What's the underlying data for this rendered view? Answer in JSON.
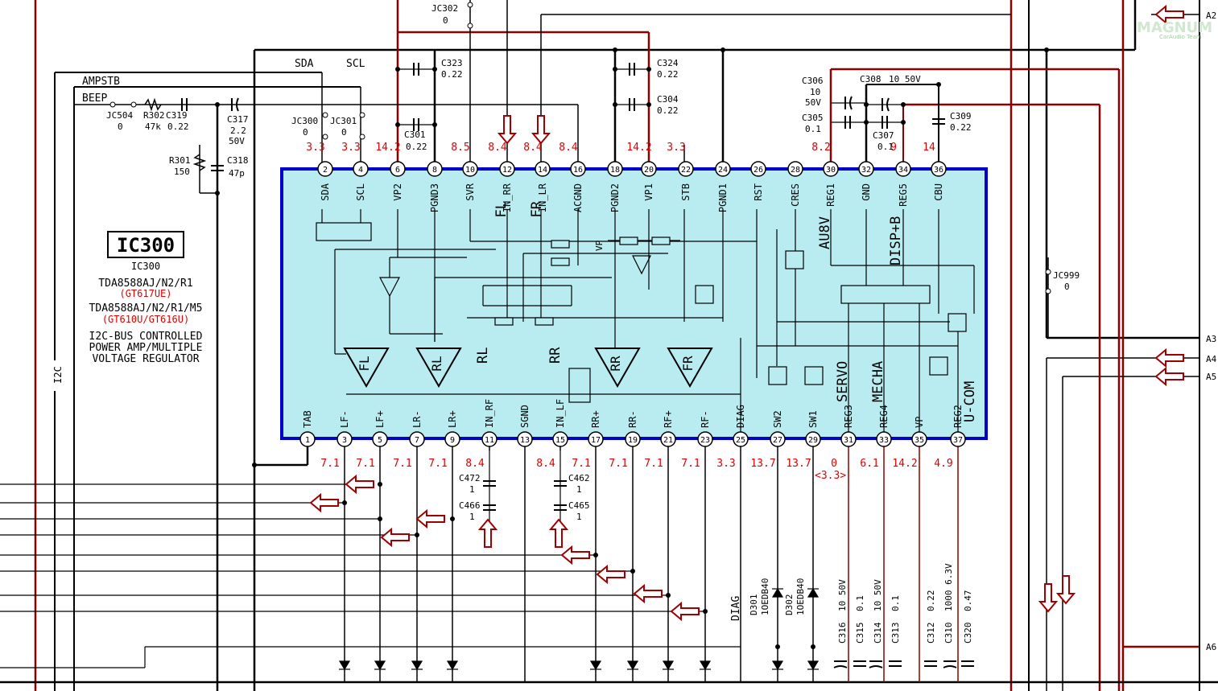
{
  "chip": {
    "ref_boxed": "IC300",
    "ref": "IC300",
    "part1": "TDA8588AJ/N2/R1",
    "model1": "(GT617UE)",
    "part2": "TDA8588AJ/N2/R1/M5",
    "model2": "(GT610U/GT616U)",
    "desc1": "I2C-BUS CONTROLLED",
    "desc2": "POWER AMP/MULTIPLE",
    "desc3": "VOLTAGE REGULATOR"
  },
  "watermark": {
    "logo": "MAGNUM",
    "sub": "CarAudio Team"
  },
  "nets": {
    "sda": "SDA",
    "scl": "SCL",
    "ampstb": "AMPSTB",
    "beep": "BEEP",
    "i2c": "I2C",
    "diag": "DIAG"
  },
  "top_pins": [
    {
      "num": "2",
      "name": "SDA",
      "v": "3.3"
    },
    {
      "num": "4",
      "name": "SCL",
      "v": "3.3"
    },
    {
      "num": "6",
      "name": "VP2",
      "v": "14.2"
    },
    {
      "num": "8",
      "name": "PGND3",
      "v": ""
    },
    {
      "num": "10",
      "name": "SVR",
      "v": "8.5"
    },
    {
      "num": "12",
      "name": "IN_RR",
      "v": "8.4"
    },
    {
      "num": "14",
      "name": "IN_LR",
      "v": "8.4"
    },
    {
      "num": "16",
      "name": "ACGND",
      "v": "8.4"
    },
    {
      "num": "18",
      "name": "PGND2",
      "v": ""
    },
    {
      "num": "20",
      "name": "VP1",
      "v": "14.2"
    },
    {
      "num": "22",
      "name": "STB",
      "v": "3.3"
    },
    {
      "num": "24",
      "name": "PGND1",
      "v": ""
    },
    {
      "num": "26",
      "name": "RST",
      "v": ""
    },
    {
      "num": "28",
      "name": "CRES",
      "v": ""
    },
    {
      "num": "30",
      "name": "REG1",
      "v": "8.2"
    },
    {
      "num": "32",
      "name": "GND",
      "v": ""
    },
    {
      "num": "34",
      "name": "REG5",
      "v": "9"
    },
    {
      "num": "36",
      "name": "CBU",
      "v": "14"
    }
  ],
  "bottom_pins": [
    {
      "num": "1",
      "name": "TAB",
      "v": ""
    },
    {
      "num": "3",
      "name": "LF-",
      "v": "7.1"
    },
    {
      "num": "5",
      "name": "LF+",
      "v": "7.1"
    },
    {
      "num": "7",
      "name": "LR-",
      "v": "7.1"
    },
    {
      "num": "9",
      "name": "LR+",
      "v": "7.1"
    },
    {
      "num": "11",
      "name": "IN_RF",
      "v": "8.4"
    },
    {
      "num": "13",
      "name": "SGND",
      "v": ""
    },
    {
      "num": "15",
      "name": "IN_LF",
      "v": "8.4"
    },
    {
      "num": "17",
      "name": "RR+",
      "v": "7.1"
    },
    {
      "num": "19",
      "name": "RR-",
      "v": "7.1"
    },
    {
      "num": "21",
      "name": "RF+",
      "v": "7.1"
    },
    {
      "num": "23",
      "name": "RF-",
      "v": "7.1"
    },
    {
      "num": "25",
      "name": "DIAG",
      "v": "3.3"
    },
    {
      "num": "27",
      "name": "SW2",
      "v": "13.7"
    },
    {
      "num": "29",
      "name": "SW1",
      "v": "13.7"
    },
    {
      "num": "31",
      "name": "REG3",
      "v": "0"
    },
    {
      "num": "33",
      "name": "REG4",
      "v": "6.1"
    },
    {
      "num": "35",
      "name": "VP",
      "v": "14.2"
    },
    {
      "num": "37",
      "name": "REG2",
      "v": "4.9"
    }
  ],
  "reg31_alt": "<3.3>",
  "ic_labels": {
    "fl": "FL",
    "fr": "FR",
    "rl": "RL",
    "rr": "RR",
    "au8v": "AU8V",
    "dispb": "DISP+B",
    "servo": "SERVO",
    "mecha": "MECHA",
    "ucom": "U-COM",
    "vp": "VP"
  },
  "amps": {
    "fl": "FL",
    "rl": "RL",
    "rr": "RR",
    "fr": "FR"
  },
  "components": {
    "jc302": {
      "ref": "JC302",
      "val": "0"
    },
    "c323": {
      "ref": "C323",
      "val": "0.22"
    },
    "c324": {
      "ref": "C324",
      "val": "0.22"
    },
    "c304": {
      "ref": "C304",
      "val": "0.22"
    },
    "c301": {
      "ref": "C301",
      "val": "0.22"
    },
    "jc300": {
      "ref": "JC300",
      "val": "0"
    },
    "jc301": {
      "ref": "JC301",
      "val": "0"
    },
    "jc504": {
      "ref": "JC504",
      "val": "0"
    },
    "r302": {
      "ref": "R302",
      "val": "47k"
    },
    "c319": {
      "ref": "C319",
      "val": "0.22"
    },
    "c317": {
      "ref": "C317",
      "val1": "2.2",
      "val2": "50V"
    },
    "r301": {
      "ref": "R301",
      "val": "150"
    },
    "c318": {
      "ref": "C318",
      "val": "47p"
    },
    "c306": {
      "ref": "C306",
      "val1": "10",
      "val2": "50V"
    },
    "c308": {
      "ref": "C308",
      "val": "10 50V"
    },
    "c305": {
      "ref": "C305",
      "val": "0.1"
    },
    "c307": {
      "ref": "C307",
      "val": "0.1"
    },
    "c309": {
      "ref": "C309",
      "val": "0.22"
    },
    "jc999": {
      "ref": "JC999",
      "val": "0"
    },
    "c472": {
      "ref": "C472",
      "val": "1"
    },
    "c466": {
      "ref": "C466",
      "val": "1"
    },
    "c462": {
      "ref": "C462",
      "val": "1"
    },
    "c465": {
      "ref": "C465",
      "val": "1"
    },
    "d301": {
      "ref": "D301",
      "val": "1OEDB40"
    },
    "d302": {
      "ref": "D302",
      "val": "1OEDB40"
    },
    "c316": {
      "ref": "C316",
      "val": "10 50V"
    },
    "c315": {
      "ref": "C315",
      "val": "0.1"
    },
    "c314": {
      "ref": "C314",
      "val": "10 50V"
    },
    "c313": {
      "ref": "C313",
      "val": "0.1"
    },
    "c312": {
      "ref": "C312",
      "val": "0.22"
    },
    "c310": {
      "ref": "C310",
      "val": "1000 6.3V"
    },
    "c320": {
      "ref": "C320",
      "val": "0.47"
    }
  },
  "connectors": {
    "a2": "A2",
    "a3": "A3",
    "a4": "A4",
    "a5": "A5",
    "a6": "A6"
  },
  "colors": {
    "ic_fill": "#b8ecf0",
    "ic_border": "#0000cc",
    "wire_red": "#8b0000",
    "arrow_red": "#a00000",
    "volt": "#e00000"
  }
}
